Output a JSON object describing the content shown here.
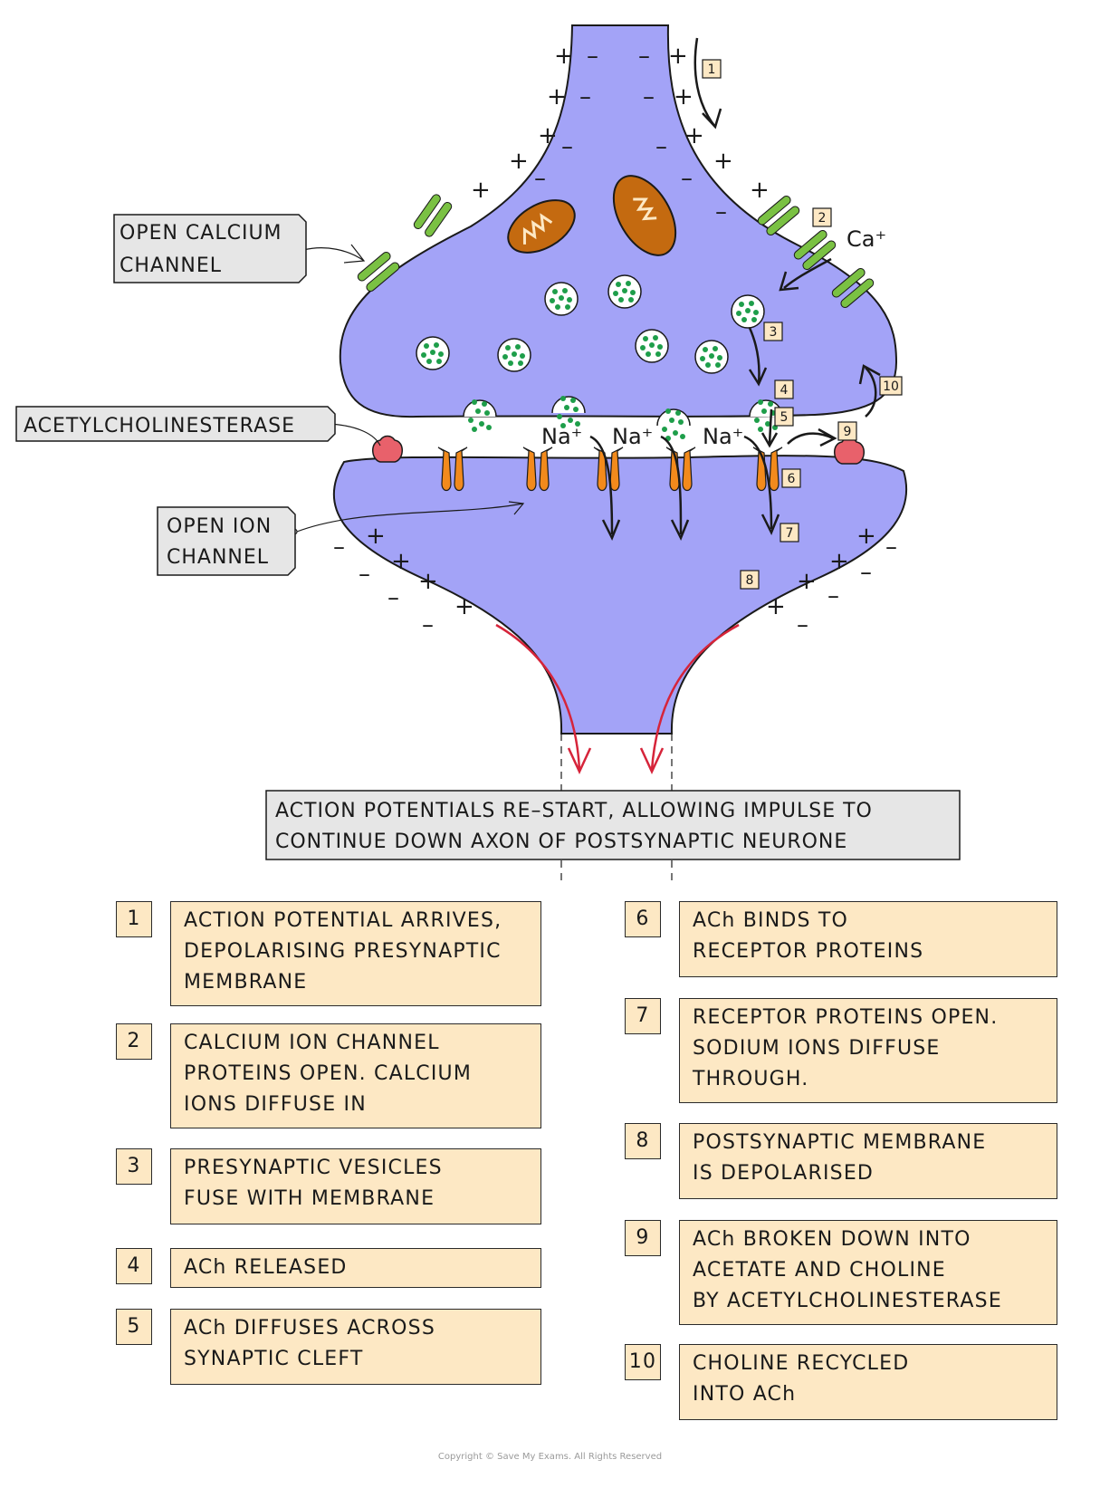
{
  "diagram": {
    "title": "Synaptic transmission at a cholinergic synapse",
    "colors": {
      "neurone_fill": "#a3a3f7",
      "calcium_channel": "#7ac143",
      "mitochondrion": "#c46a10",
      "vesicle_dot": "#1e9e4a",
      "receptor": "#f28a1c",
      "enzyme": "#e8616b",
      "step_box": "#fde8c4",
      "label_box": "#e6e6e6",
      "impulse_arrow": "#d6243a"
    },
    "labels": {
      "calcium_channel": [
        "OPEN  CALCIUM",
        "CHANNEL"
      ],
      "enzyme": "ACETYLCHOLINESTERASE",
      "ion_channel": [
        "OPEN  ION",
        "CHANNEL"
      ],
      "restart": [
        "ACTION  POTENTIALS  RE–START,  ALLOWING IMPULSE  TO",
        "CONTINUE  DOWN  AXON  OF  POSTSYNAPTIC  NEURONE"
      ]
    },
    "ions": {
      "calcium": "Ca⁺",
      "sodium": [
        "Na⁺",
        "Na⁺",
        "Na⁺"
      ]
    },
    "charges": {
      "positive": "+",
      "negative": "–"
    },
    "markers": [
      "1",
      "2",
      "3",
      "4",
      "5",
      "6",
      "7",
      "8",
      "9",
      "10"
    ]
  },
  "steps": [
    {
      "num": "1",
      "text": "ACTION  POTENTIAL  ARRIVES,\nDEPOLARISING  PRESYNAPTIC\nMEMBRANE"
    },
    {
      "num": "2",
      "text": "CALCIUM  ION  CHANNEL\nPROTEINS  OPEN.  CALCIUM\nIONS  DIFFUSE  IN"
    },
    {
      "num": "3",
      "text": "PRESYNAPTIC  VESICLES\nFUSE  WITH  MEMBRANE"
    },
    {
      "num": "4",
      "text": "ACh  RELEASED"
    },
    {
      "num": "5",
      "text": "ACh  DIFFUSES  ACROSS\nSYNAPTIC  CLEFT"
    },
    {
      "num": "6",
      "text": "ACh  BINDS  TO\nRECEPTOR  PROTEINS"
    },
    {
      "num": "7",
      "text": "RECEPTOR  PROTEINS  OPEN.\nSODIUM  IONS  DIFFUSE\nTHROUGH."
    },
    {
      "num": "8",
      "text": "POSTSYNAPTIC  MEMBRANE\nIS  DEPOLARISED"
    },
    {
      "num": "9",
      "text": "ACh  BROKEN  DOWN  INTO\nACETATE  AND  CHOLINE\nBY  ACETYLCHOLINESTERASE"
    },
    {
      "num": "10",
      "text": "CHOLINE  RECYCLED\nINTO  ACh"
    }
  ],
  "copyright": "Copyright © Save My Exams. All Rights Reserved"
}
